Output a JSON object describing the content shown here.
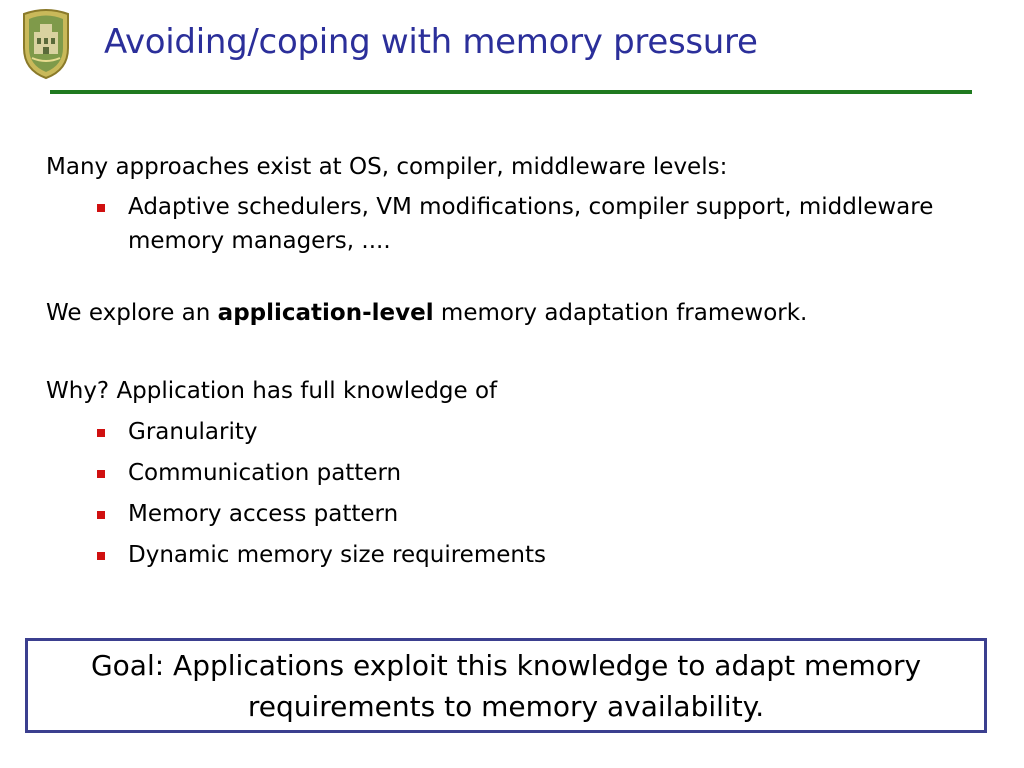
{
  "slide": {
    "title": "Avoiding/coping with memory pressure",
    "intro": "Many approaches exist at OS, compiler, middleware levels:",
    "intro_bullets": [
      "Adaptive schedulers, VM modifications, compiler support, middleware memory managers, ...."
    ],
    "explore": {
      "before": "We explore an ",
      "bold": "application-level",
      "after": " memory adaptation framework."
    },
    "why": "Why?  Application has full knowledge of",
    "why_bullets": [
      "Granularity",
      "Communication pattern",
      "Memory access pattern",
      "Dynamic memory size requirements"
    ],
    "goal": "Goal: Applications exploit this knowledge to adapt memory requirements to memory availability."
  },
  "colors": {
    "title": "#2b2f9a",
    "rule": "#1f7a1f",
    "bullet": "#d01010",
    "goal_border": "#3b3f8f"
  },
  "icons": {
    "logo": "university-crest-icon"
  }
}
